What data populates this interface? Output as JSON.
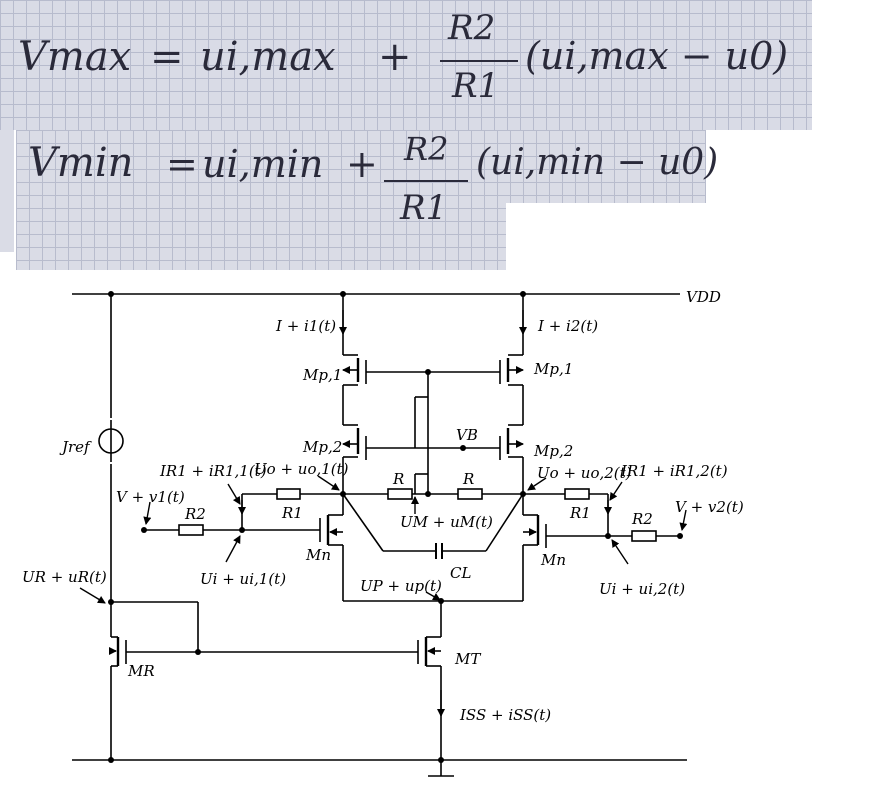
{
  "notes": {
    "vmax": {
      "lhs": "Vmax",
      "eq": "=",
      "term1": "ui,max",
      "plus": "+",
      "num": "R2",
      "den": "R1",
      "paren": "(ui,max − u0)"
    },
    "vmin": {
      "lhs": "Vmin",
      "eq": "=",
      "term1": "ui,min",
      "plus": "+",
      "num": "R2",
      "den": "R1",
      "paren": "(ui,min − u0)"
    }
  },
  "circuit": {
    "vdd": "VDD",
    "i1": "I + i1(t)",
    "i2": "I + i2(t)",
    "mp1_left": "Mp,1",
    "mp1_right": "Mp,1",
    "mp2_left": "Mp,2",
    "mp2_right": "Mp,2",
    "vb": "VB",
    "jref": "Jref",
    "ir1_left": "IR1 + iR1,1(t)",
    "uo1": "Uo + uo,1(t)",
    "uo2": "Uo + uo,2(t)",
    "ir1_right": "IR1 + iR1,2(t)",
    "v1": "V + v1(t)",
    "v2": "V + v2(t)",
    "r2_left": "R2",
    "r1_left": "R1",
    "r_left": "R",
    "r_right": "R",
    "r1_right": "R1",
    "r2_right": "R2",
    "um": "UM + uM(t)",
    "mn_left": "Mn",
    "mn_right": "Mn",
    "ui1": "Ui + ui,1(t)",
    "ui2": "Ui + ui,2(t)",
    "cl": "CL",
    "ur": "UR + uR(t)",
    "up": "UP + up(t)",
    "mr": "MR",
    "mt": "MT",
    "iss": "ISS + iSS(t)"
  }
}
